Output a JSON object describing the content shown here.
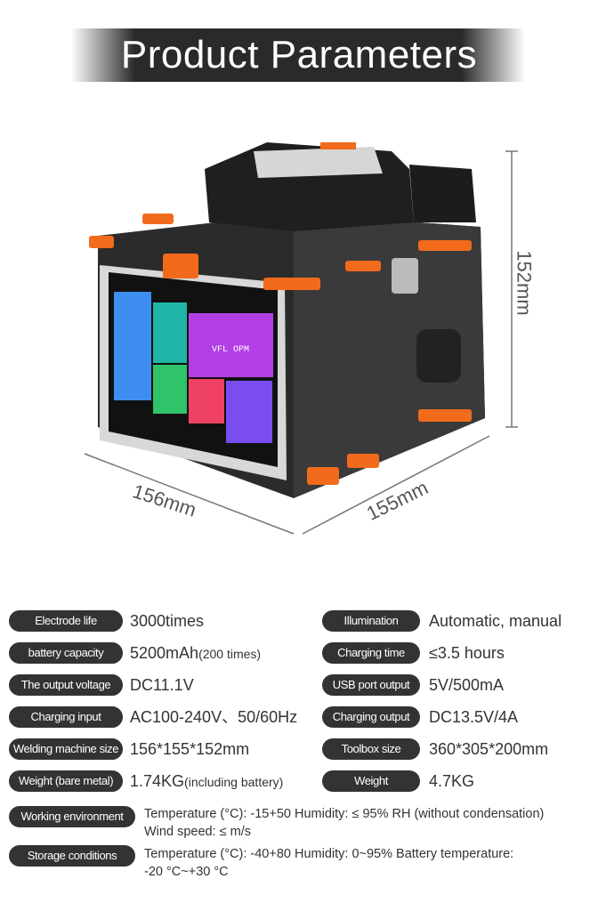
{
  "title": "Product Parameters",
  "dimensions": {
    "height": "152mm",
    "width": "156mm",
    "depth": "155mm"
  },
  "device_screen": {
    "tile_label": "VFL OPM"
  },
  "colors": {
    "accent": "#f26a1b",
    "pill": "#333333",
    "banner": "#2a2a2a"
  },
  "specs_left": [
    {
      "label": "Electrode life",
      "value": "3000times",
      "note": ""
    },
    {
      "label": "battery capacity",
      "value": "5200mAh",
      "note": "(200 times)"
    },
    {
      "label": "The output voltage",
      "value": "DC11.1V",
      "note": ""
    },
    {
      "label": "Charging input",
      "value": "AC100-240V、50/60Hz",
      "note": ""
    },
    {
      "label": "Welding machine size",
      "value": "156*155*152mm",
      "note": ""
    },
    {
      "label": "Weight (bare metal)",
      "value": "1.74KG",
      "note": "(including battery)"
    }
  ],
  "specs_right": [
    {
      "label": "Illumination",
      "value": "Automatic, manual"
    },
    {
      "label": "Charging time",
      "value": "≤3.5 hours"
    },
    {
      "label": "USB port output",
      "value": "5V/500mA"
    },
    {
      "label": "Charging output",
      "value": "DC13.5V/4A"
    },
    {
      "label": "Toolbox size",
      "value": "360*305*200mm"
    },
    {
      "label": "Weight",
      "value": "4.7KG"
    }
  ],
  "environment": [
    {
      "label": "Working environment",
      "line1": "Temperature (°C): -15+50 Humidity: ≤ 95% RH (without condensation)",
      "line2": "Wind speed: ≤ m/s"
    },
    {
      "label": "Storage conditions",
      "line1": "Temperature (°C): -40+80 Humidity: 0~95% Battery temperature:",
      "line2": "-20 °C~+30 °C"
    }
  ]
}
